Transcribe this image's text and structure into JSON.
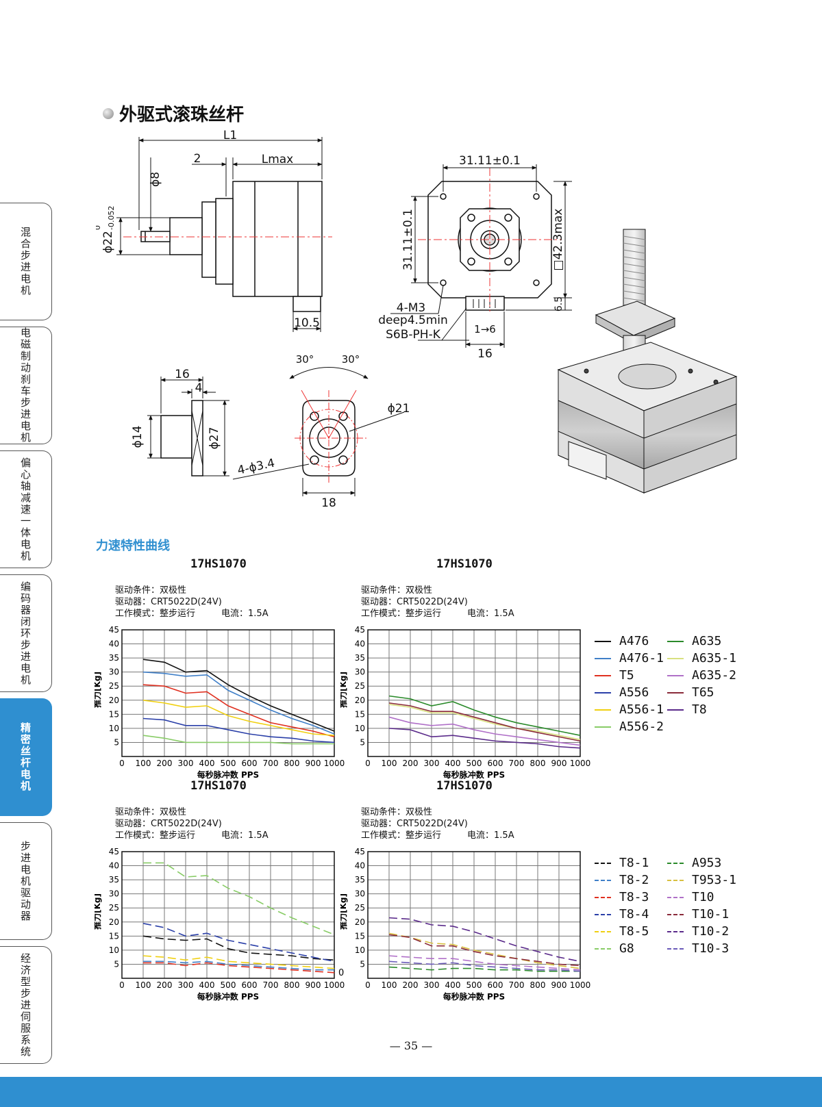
{
  "side_tabs": [
    {
      "label": "混合步进电机",
      "active": false
    },
    {
      "label": "电磁制动刹车步进电机",
      "active": false
    },
    {
      "label": "偏心轴减速一体电机",
      "active": false
    },
    {
      "label": "编码器闭环步进电机",
      "active": false
    },
    {
      "label": "精密丝杆电机",
      "active": true
    },
    {
      "label": "步进电机驱动器",
      "active": false
    },
    {
      "label": "经济型步进伺服系统",
      "active": false
    }
  ],
  "section_title": "外驱式滚珠丝杆",
  "dimensions": {
    "side_view": {
      "L1": "L1",
      "two": "2",
      "Lmax": "Lmax",
      "phi8": "ϕ8",
      "phi22": "ϕ22",
      "phi22_tol_upper": "0",
      "phi22_tol_lower": "-0.052",
      "w10_5": "10.5"
    },
    "front_view": {
      "pitch_h": "31.11±0.1",
      "pitch_v": "31.11±0.1",
      "square": "□42.3max",
      "m3": "4-M3",
      "deep": "deep4.5min",
      "connector": "S6B-PH-K",
      "pins": "1→6",
      "conn_width": "16",
      "h6_5": "6.5"
    },
    "nut_side": {
      "len16": "16",
      "len4": "4",
      "phi14": "ϕ14",
      "phi27": "ϕ27"
    },
    "nut_front": {
      "angle1": "30°",
      "angle2": "30°",
      "phi21": "ϕ21",
      "holes": "4-ϕ3.4",
      "width18": "18"
    }
  },
  "curve_section_title": "力速特性曲线",
  "conditions": {
    "line1": "驱动条件：双极性",
    "line2": "驱动器：CRT5022D(24V)",
    "line3": "工作模式：整步运行",
    "current": "电流：1.5A"
  },
  "page_number": "— 35 —",
  "colors": {
    "accent": "#2f8fd0",
    "grid": "#777777"
  },
  "chart_data": [
    {
      "type": "line",
      "title": "17HS1070",
      "xlabel": "每秒脉冲数 PPS",
      "ylabel": "推力[Kg]",
      "xlim": [
        0,
        1000
      ],
      "ylim": [
        0,
        45
      ],
      "x_ticks": [
        0,
        100,
        200,
        300,
        400,
        500,
        600,
        700,
        800,
        900,
        1000
      ],
      "y_ticks": [
        5,
        10,
        15,
        20,
        25,
        30,
        35,
        40,
        45
      ],
      "grid": true,
      "legend_placement": "right",
      "x": [
        100,
        200,
        300,
        400,
        500,
        600,
        700,
        800,
        900,
        1000
      ],
      "series": [
        {
          "name": "A476",
          "color": "#111111",
          "dashed": false,
          "values": [
            34.5,
            33.5,
            30,
            30.5,
            25.5,
            21.5,
            18,
            15,
            12,
            9
          ]
        },
        {
          "name": "A476-1",
          "color": "#3f7fc8",
          "dashed": false,
          "values": [
            30,
            29.5,
            28.5,
            29,
            23.5,
            20,
            16.5,
            13.5,
            11,
            8
          ]
        },
        {
          "name": "T5",
          "color": "#e03020",
          "dashed": false,
          "values": [
            25.5,
            25,
            22.5,
            23,
            18,
            15,
            12,
            10.5,
            9,
            7
          ]
        },
        {
          "name": "A556",
          "color": "#2a3fa8",
          "dashed": false,
          "values": [
            13.5,
            13,
            11,
            11,
            9.5,
            8,
            7,
            6.5,
            5.5,
            5
          ]
        },
        {
          "name": "A556-1",
          "color": "#f0d010",
          "dashed": false,
          "values": [
            20,
            19,
            17.5,
            18,
            14.5,
            12.5,
            11,
            9.5,
            8,
            7.5
          ]
        },
        {
          "name": "A556-2",
          "color": "#88cc66",
          "dashed": false,
          "values": [
            7.5,
            6.5,
            5,
            5,
            5,
            5,
            5,
            4.5,
            4.5,
            4.5
          ]
        }
      ]
    },
    {
      "type": "line",
      "title": "17HS1070",
      "xlabel": "每秒脉冲数 PPS",
      "ylabel": "推力[Kg]",
      "xlim": [
        0,
        1000
      ],
      "ylim": [
        0,
        45
      ],
      "x_ticks": [
        0,
        100,
        200,
        300,
        400,
        500,
        600,
        700,
        800,
        900,
        1000
      ],
      "y_ticks": [
        5,
        10,
        15,
        20,
        25,
        30,
        35,
        40,
        45
      ],
      "grid": true,
      "x": [
        100,
        200,
        300,
        400,
        500,
        600,
        700,
        800,
        900,
        1000
      ],
      "series": [
        {
          "name": "A635",
          "color": "#2a8a2a",
          "dashed": false,
          "values": [
            21.5,
            20.5,
            18,
            19.5,
            16.5,
            14,
            12,
            10.5,
            9,
            7.5
          ]
        },
        {
          "name": "A635-1",
          "color": "#d8e080",
          "dashed": false,
          "values": [
            18.5,
            17.5,
            15.5,
            15.5,
            13.5,
            11.5,
            10,
            9,
            7.5,
            6
          ]
        },
        {
          "name": "A635-2",
          "color": "#b070c8",
          "dashed": false,
          "values": [
            14,
            12,
            11,
            11.5,
            9.5,
            8,
            7,
            6,
            5,
            4
          ]
        },
        {
          "name": "T65",
          "color": "#8a2a3a",
          "dashed": false,
          "values": [
            19,
            18,
            16,
            16,
            14,
            12,
            10,
            8.5,
            7,
            5.5
          ]
        },
        {
          "name": "T8",
          "color": "#5a2a8a",
          "dashed": false,
          "values": [
            10,
            9.5,
            7,
            7.5,
            6.5,
            5.5,
            5,
            4.5,
            3.5,
            3
          ]
        }
      ]
    },
    {
      "type": "line",
      "title": "17HS1070",
      "xlabel": "每秒脉冲数 PPS",
      "ylabel": "推力[Kg]",
      "xlim": [
        0,
        1000
      ],
      "ylim": [
        0,
        45
      ],
      "x_ticks": [
        0,
        100,
        200,
        300,
        400,
        500,
        600,
        700,
        800,
        900,
        1000
      ],
      "y_ticks": [
        5,
        10,
        15,
        20,
        25,
        30,
        35,
        40,
        45
      ],
      "grid": true,
      "legend_placement": "right",
      "x": [
        100,
        200,
        300,
        400,
        500,
        600,
        700,
        800,
        900,
        1000
      ],
      "series": [
        {
          "name": "T8-1",
          "color": "#111111",
          "dashed": true,
          "values": [
            15,
            14,
            13.5,
            14,
            10.5,
            9,
            8.5,
            8,
            7,
            6.5
          ]
        },
        {
          "name": "T8-2",
          "color": "#3f7fc8",
          "dashed": true,
          "values": [
            6,
            6,
            5.5,
            6,
            5,
            4.5,
            4,
            3.5,
            3,
            3
          ]
        },
        {
          "name": "T8-3",
          "color": "#e03020",
          "dashed": true,
          "values": [
            5.5,
            5.5,
            4.5,
            5.5,
            4.5,
            4,
            3.5,
            3,
            2.5,
            2
          ]
        },
        {
          "name": "T8-4",
          "color": "#2a3fa8",
          "dashed": true,
          "values": [
            19.5,
            18,
            15,
            16,
            13.5,
            12,
            10.5,
            9,
            7.5,
            6
          ]
        },
        {
          "name": "T8-5",
          "color": "#f0d010",
          "dashed": true,
          "values": [
            8,
            7.5,
            6.5,
            7.5,
            6,
            5.5,
            5,
            4.5,
            4,
            3.5
          ]
        },
        {
          "name": "G8",
          "color": "#88cc66",
          "dashed": true,
          "values": [
            41,
            41,
            36,
            36.5,
            32,
            29,
            25,
            21.5,
            18.5,
            15.5
          ]
        }
      ],
      "annotations": [
        "0"
      ]
    },
    {
      "type": "line",
      "title": "17HS1070",
      "xlabel": "每秒脉冲数 PPS",
      "ylabel": "推力[Kg]",
      "xlim": [
        0,
        1000
      ],
      "ylim": [
        0,
        45
      ],
      "x_ticks": [
        0,
        100,
        200,
        300,
        400,
        500,
        600,
        700,
        800,
        900,
        1000
      ],
      "y_ticks": [
        5,
        10,
        15,
        20,
        25,
        30,
        35,
        40,
        45
      ],
      "grid": true,
      "x": [
        100,
        200,
        300,
        400,
        500,
        600,
        700,
        800,
        900,
        1000
      ],
      "series": [
        {
          "name": "A953",
          "color": "#2a8a2a",
          "dashed": true,
          "values": [
            4,
            3.5,
            3,
            3.5,
            3.5,
            3,
            3,
            2.5,
            2.5,
            2.5
          ]
        },
        {
          "name": "T953-1",
          "color": "#d8c040",
          "dashed": true,
          "values": [
            16,
            14.5,
            12.5,
            12,
            10,
            8.5,
            7,
            5.5,
            4.5,
            3.5
          ]
        },
        {
          "name": "T10",
          "color": "#b070c8",
          "dashed": true,
          "values": [
            8,
            7.5,
            7,
            7,
            6,
            5,
            4.5,
            4,
            3.5,
            3
          ]
        },
        {
          "name": "T10-1",
          "color": "#8a2a3a",
          "dashed": true,
          "values": [
            15.5,
            14.5,
            11.5,
            11.5,
            9.5,
            8,
            7,
            6,
            5,
            4.5
          ]
        },
        {
          "name": "T10-2",
          "color": "#5a2a8a",
          "dashed": true,
          "values": [
            21.5,
            21,
            19,
            18.5,
            16.5,
            14,
            11.5,
            9.5,
            7.5,
            6
          ]
        },
        {
          "name": "T10-3",
          "color": "#6a5ab8",
          "dashed": true,
          "values": [
            6,
            5.5,
            5,
            5.5,
            4.5,
            4,
            3.5,
            3,
            3,
            2.5
          ]
        }
      ]
    }
  ]
}
